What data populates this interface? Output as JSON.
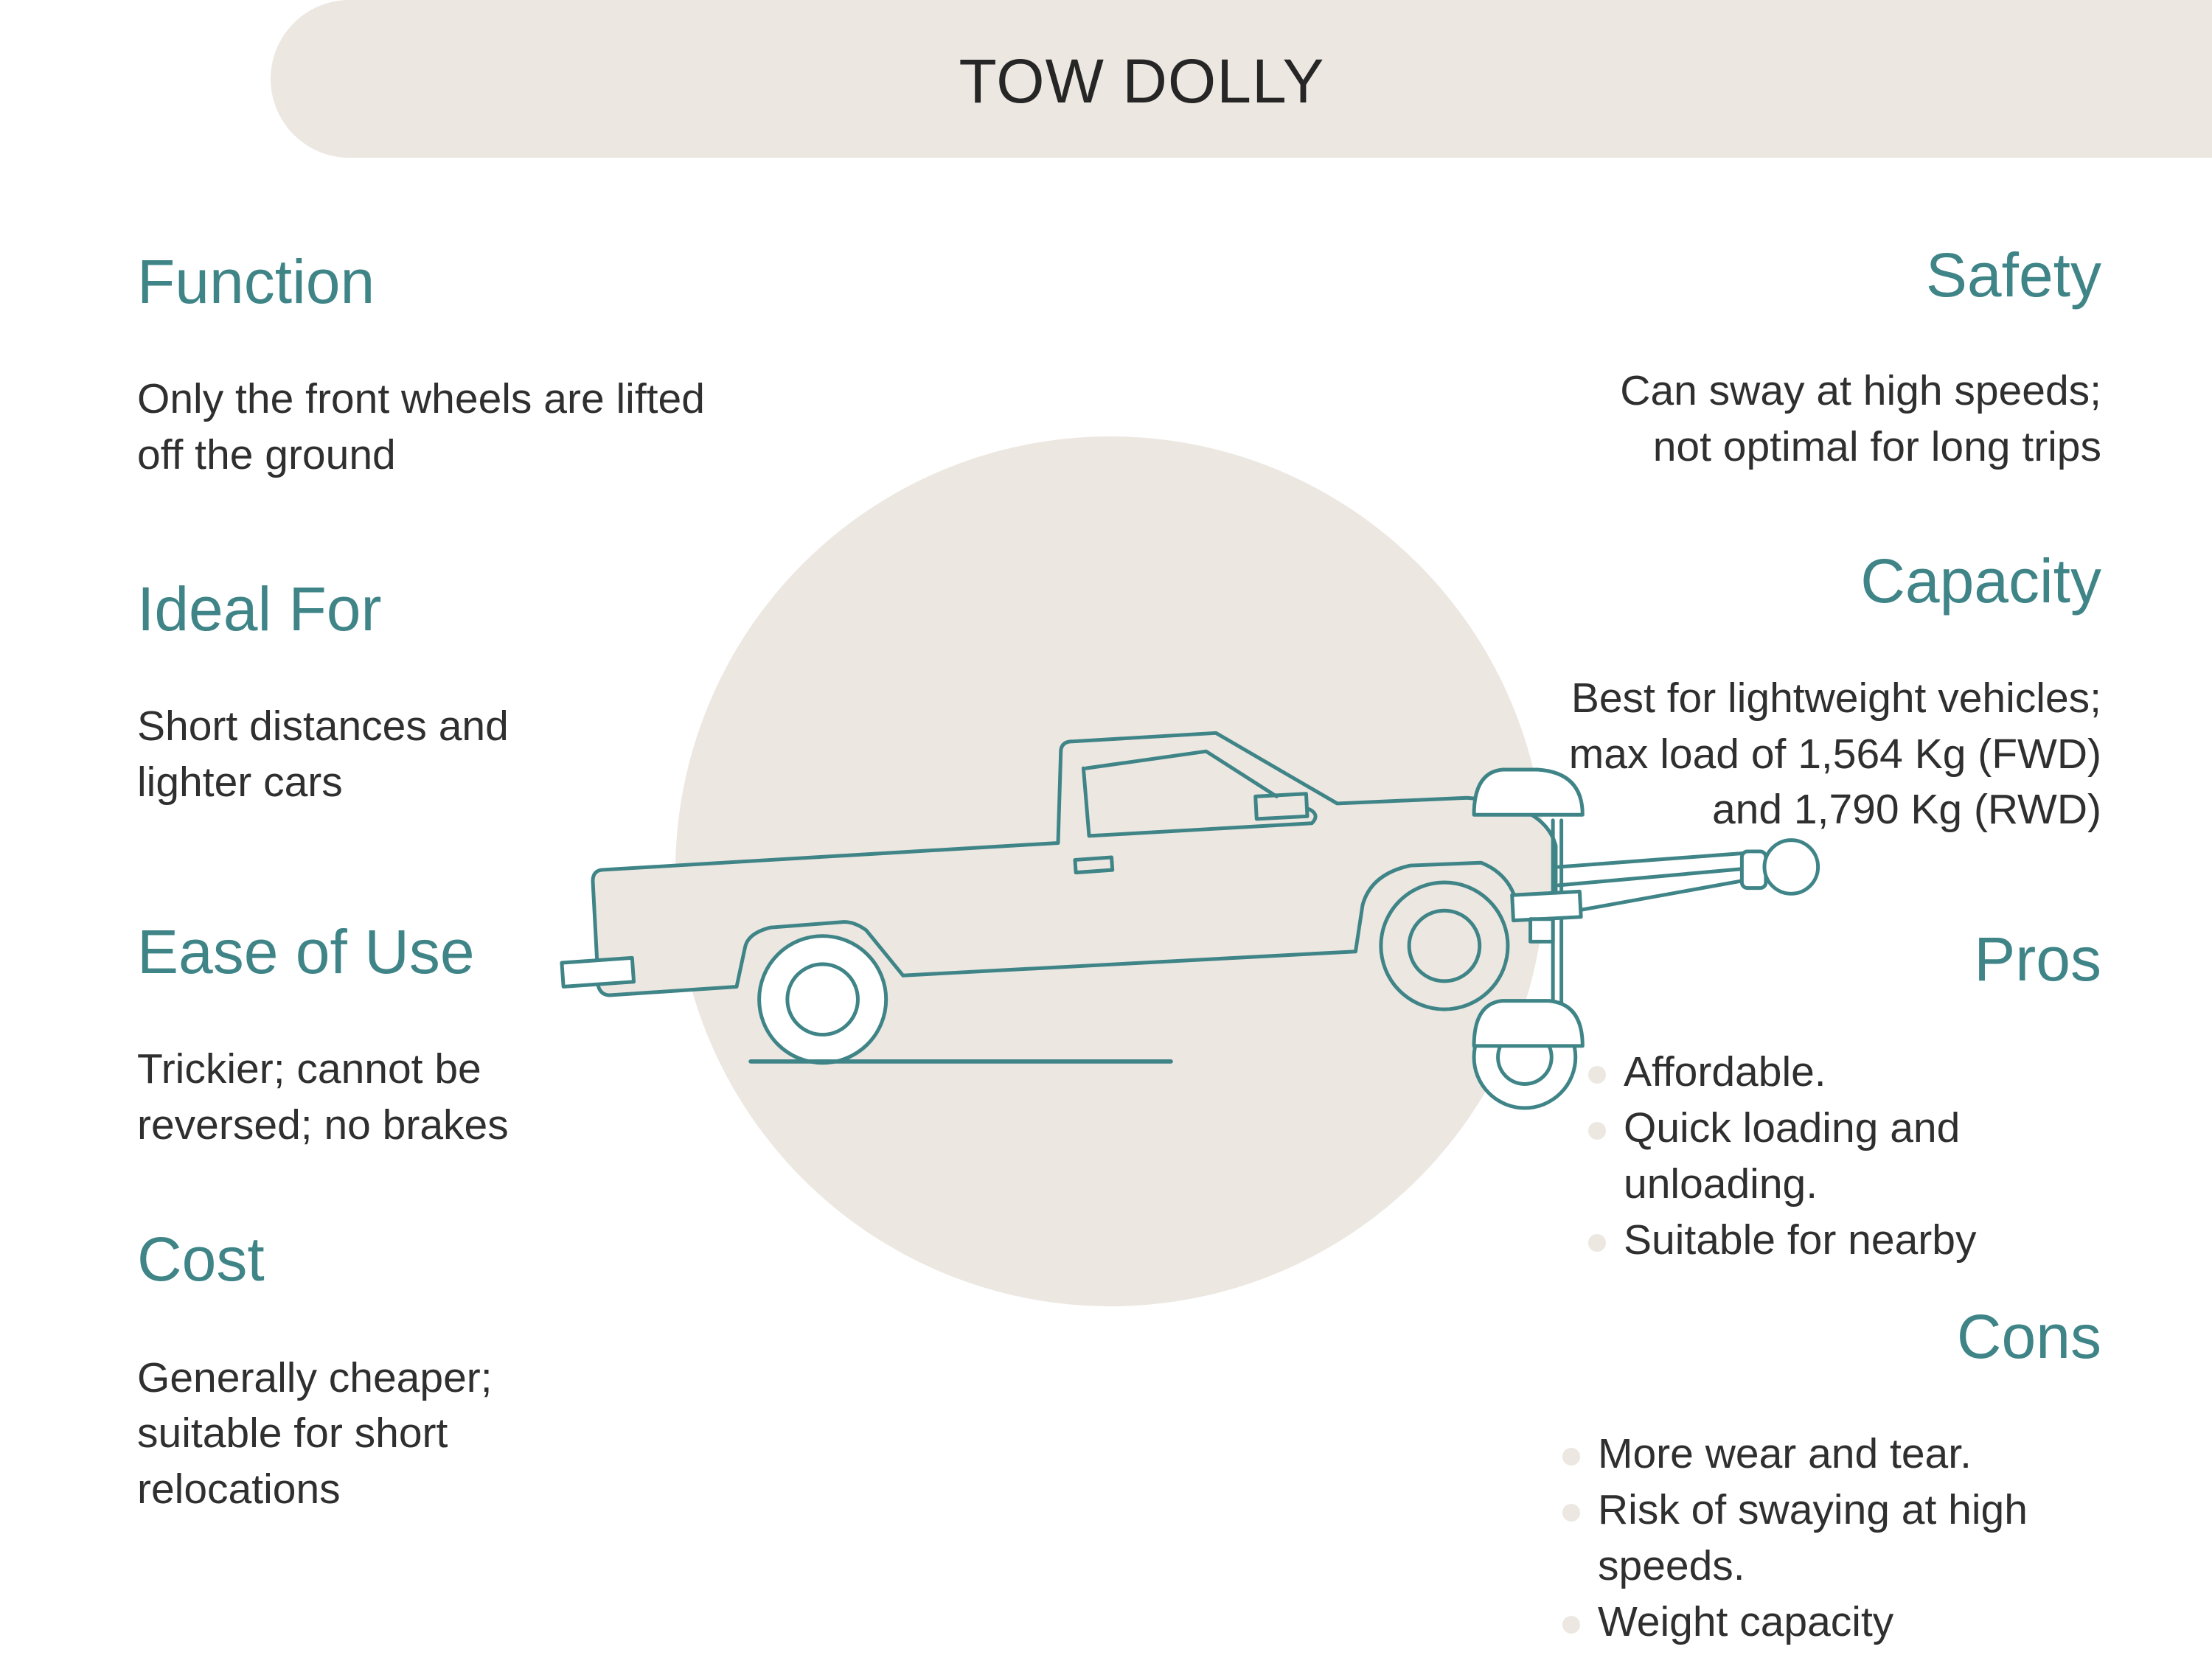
{
  "title": "TOW DOLLY",
  "colors": {
    "accent": "#3f8487",
    "panel": "#ece7e1",
    "text": "#2f2f2f"
  },
  "left": {
    "function": {
      "heading": "Function",
      "lines": [
        "Only the front wheels are lifted",
        "off the ground"
      ]
    },
    "ideal_for": {
      "heading": "Ideal For",
      "lines": [
        "Short distances and",
        "lighter cars"
      ]
    },
    "ease_of_use": {
      "heading": "Ease of Use",
      "lines": [
        "Trickier; cannot be",
        "reversed; no brakes"
      ]
    },
    "cost": {
      "heading": "Cost",
      "lines": [
        "Generally cheaper;",
        "suitable for short",
        "relocations"
      ]
    }
  },
  "right": {
    "safety": {
      "heading": "Safety",
      "lines": [
        "Can sway at high speeds;",
        "not optimal for long trips"
      ]
    },
    "capacity": {
      "heading": "Capacity",
      "lines": [
        "Best for lightweight vehicles;",
        "max load of 1,564 Kg (FWD)",
        "and 1,790 Kg (RWD)"
      ]
    },
    "pros": {
      "heading": "Pros",
      "items": [
        [
          "Affordable."
        ],
        [
          "Quick loading and",
          "unloading."
        ],
        [
          "Suitable for nearby"
        ]
      ]
    },
    "cons": {
      "heading": "Cons",
      "items": [
        [
          "More wear and tear."
        ],
        [
          "Risk of swaying at high",
          "speeds."
        ],
        [
          "Weight capacity"
        ]
      ]
    }
  }
}
